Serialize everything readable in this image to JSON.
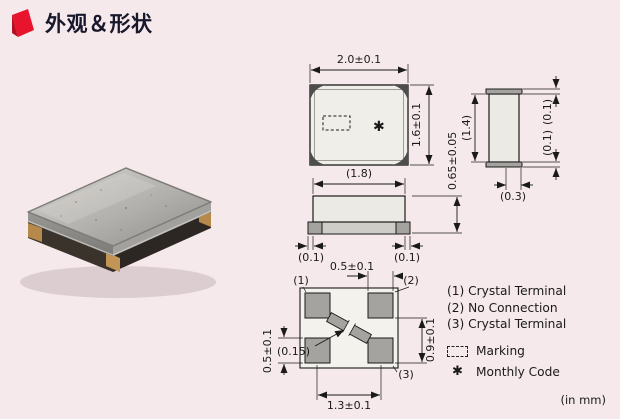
{
  "page": {
    "title": "外观＆形状",
    "units_note": "(in mm)",
    "accent_color": "#e8142d",
    "background_color": "#f6e9ec"
  },
  "top_view": {
    "width": "2.0±0.1",
    "height": "1.6±0.1",
    "marking_symbol": "✱"
  },
  "side_view": {
    "total_height": "0.65±0.05",
    "top_pad": "(0.1)",
    "lid_length": "(1.4)",
    "bottom_pad": "(0.1)",
    "pad_depth": "(0.3)"
  },
  "front_view": {
    "lid_width": "(1.8)",
    "left_overhang": "(0.1)",
    "right_overhang": "(0.1)"
  },
  "bottom_view": {
    "pad_width": "0.5±0.1",
    "pad_height": "0.5±0.1",
    "pitch_horizontal": "1.3±0.1",
    "pitch_vertical": "0.9±0.1",
    "gap": "(0.15)",
    "terminal_1": "(1)",
    "terminal_2": "(2)",
    "terminal_3": "(3)"
  },
  "legend": {
    "item1": "(1) Crystal Terminal",
    "item2": "(2) No Connection",
    "item3": "(3) Crystal Terminal",
    "marking": "Marking",
    "monthly_code": "Monthly Code",
    "monthly_symbol": "✱"
  }
}
